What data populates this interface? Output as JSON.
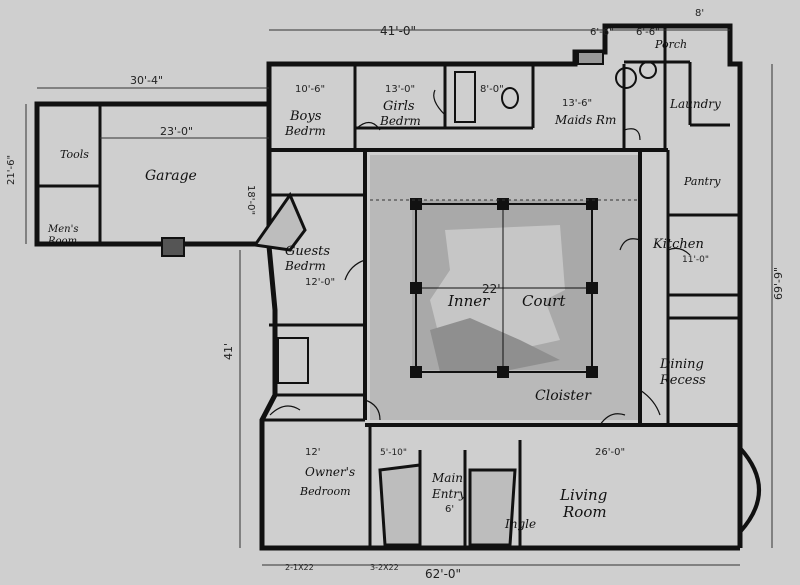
{
  "rooms": {
    "garage": "Garage",
    "tools": "Tools",
    "mens_room_1": "Men's",
    "mens_room_2": "Room",
    "boys_1": "Boys",
    "boys_2": "Bedrm",
    "girls_1": "Girls",
    "girls_2": "Bedrm",
    "maids": "Maids Rm",
    "porch": "Porch",
    "laundry": "Laundry",
    "pantry": "Pantry",
    "kitchen": "Kitchen",
    "guests_1": "Guests",
    "guests_2": "Bedrm",
    "inner_1": "Inner",
    "inner_2": "Court",
    "cloister": "Cloister",
    "dining_1": "Dining",
    "dining_2": "Recess",
    "owners_1": "Owner's",
    "owners_2": "Bedroom",
    "main_1": "Main",
    "main_2": "Entry",
    "ingle": "Ingle",
    "living_1": "Living",
    "living_2": "Room"
  },
  "dimensions": {
    "top_width": "41'-0\"",
    "porch_a": "6'-6\"",
    "porch_b": "6'-6\"",
    "porch_c": "8'",
    "garage_width": "30'-4\"",
    "garage_inner": "23'-0\"",
    "garage_depth": "18'-0\"",
    "garage_side": "21'-6\"",
    "boys_width": "10'-6\"",
    "girls_width": "13'-0\"",
    "bath_width": "8'-0\"",
    "maids_width": "13'-6\"",
    "guests_width": "12'-0\"",
    "court_width": "22'",
    "right_depth": "69'-9\"",
    "left_depth": "41'",
    "owners_width": "12'",
    "living_width": "26'-0\"",
    "bottom_width": "62'-0\"",
    "kitchen_width": "11'-0\"",
    "entry_gap": "5'-10\"",
    "entry_width": "6'",
    "bottom_note_1": "2-1X22",
    "bottom_note_2": "3-2X22"
  }
}
